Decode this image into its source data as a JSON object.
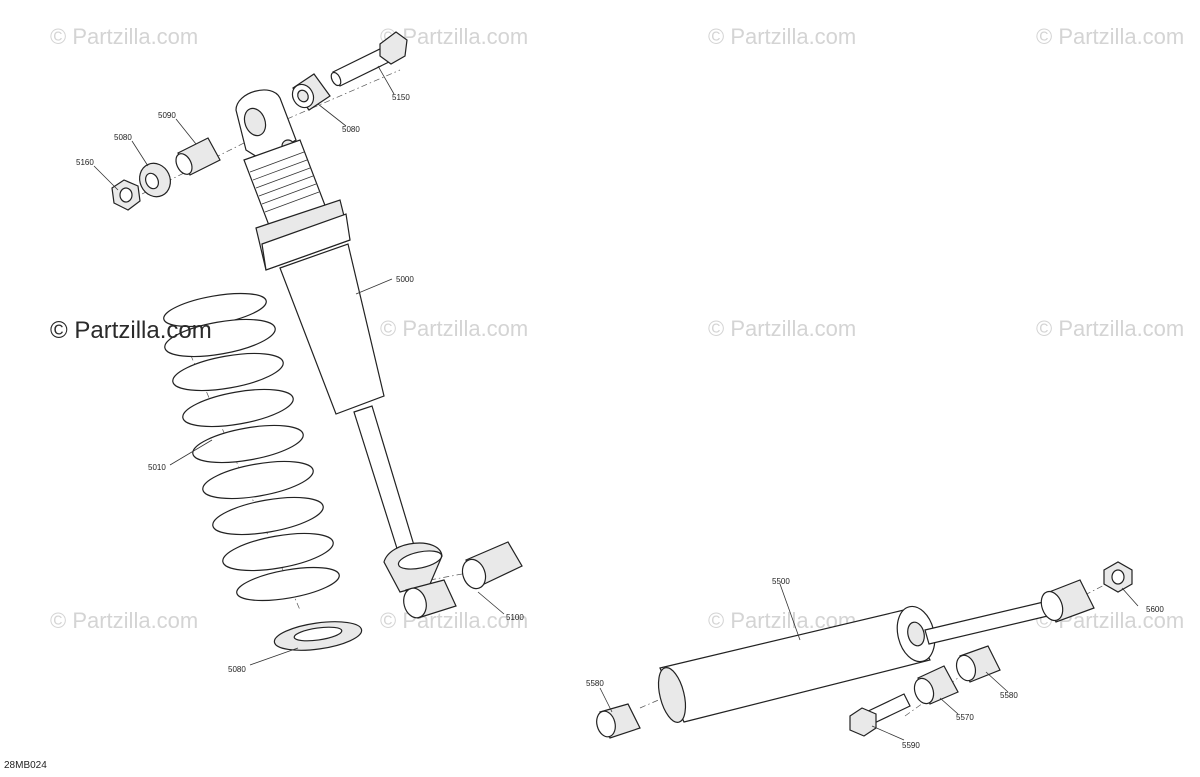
{
  "watermark": {
    "text": "© Partzilla.com",
    "faint_text": "© Partzilla.com",
    "faint_color": "#d4d4d4",
    "main_color": "#2a2a2a"
  },
  "drawing_ref": "28MB024",
  "callouts": {
    "c5150": "5150",
    "c5080_top": "5080",
    "c5090": "5090",
    "c5080_left": "5080",
    "c5160": "5160",
    "c5000": "5000",
    "c5010": "5010",
    "c5100": "5100",
    "c5080_bottom": "5080",
    "c5500": "5500",
    "c5600": "5600",
    "c5580_left": "5580",
    "c5580_right": "5580",
    "c5570": "5570",
    "c5590": "5590"
  },
  "parts": [
    {
      "id": "5000",
      "name": "shock-absorber"
    },
    {
      "id": "5010",
      "name": "coil-spring"
    },
    {
      "id": "5080",
      "name": "spacer"
    },
    {
      "id": "5090",
      "name": "bushing"
    },
    {
      "id": "5100",
      "name": "bushing-lower"
    },
    {
      "id": "5150",
      "name": "bolt"
    },
    {
      "id": "5160",
      "name": "nut"
    },
    {
      "id": "5500",
      "name": "shock-absorber"
    },
    {
      "id": "5570",
      "name": "bushing"
    },
    {
      "id": "5580",
      "name": "spacer"
    },
    {
      "id": "5590",
      "name": "bolt"
    },
    {
      "id": "5600",
      "name": "nut"
    }
  ]
}
